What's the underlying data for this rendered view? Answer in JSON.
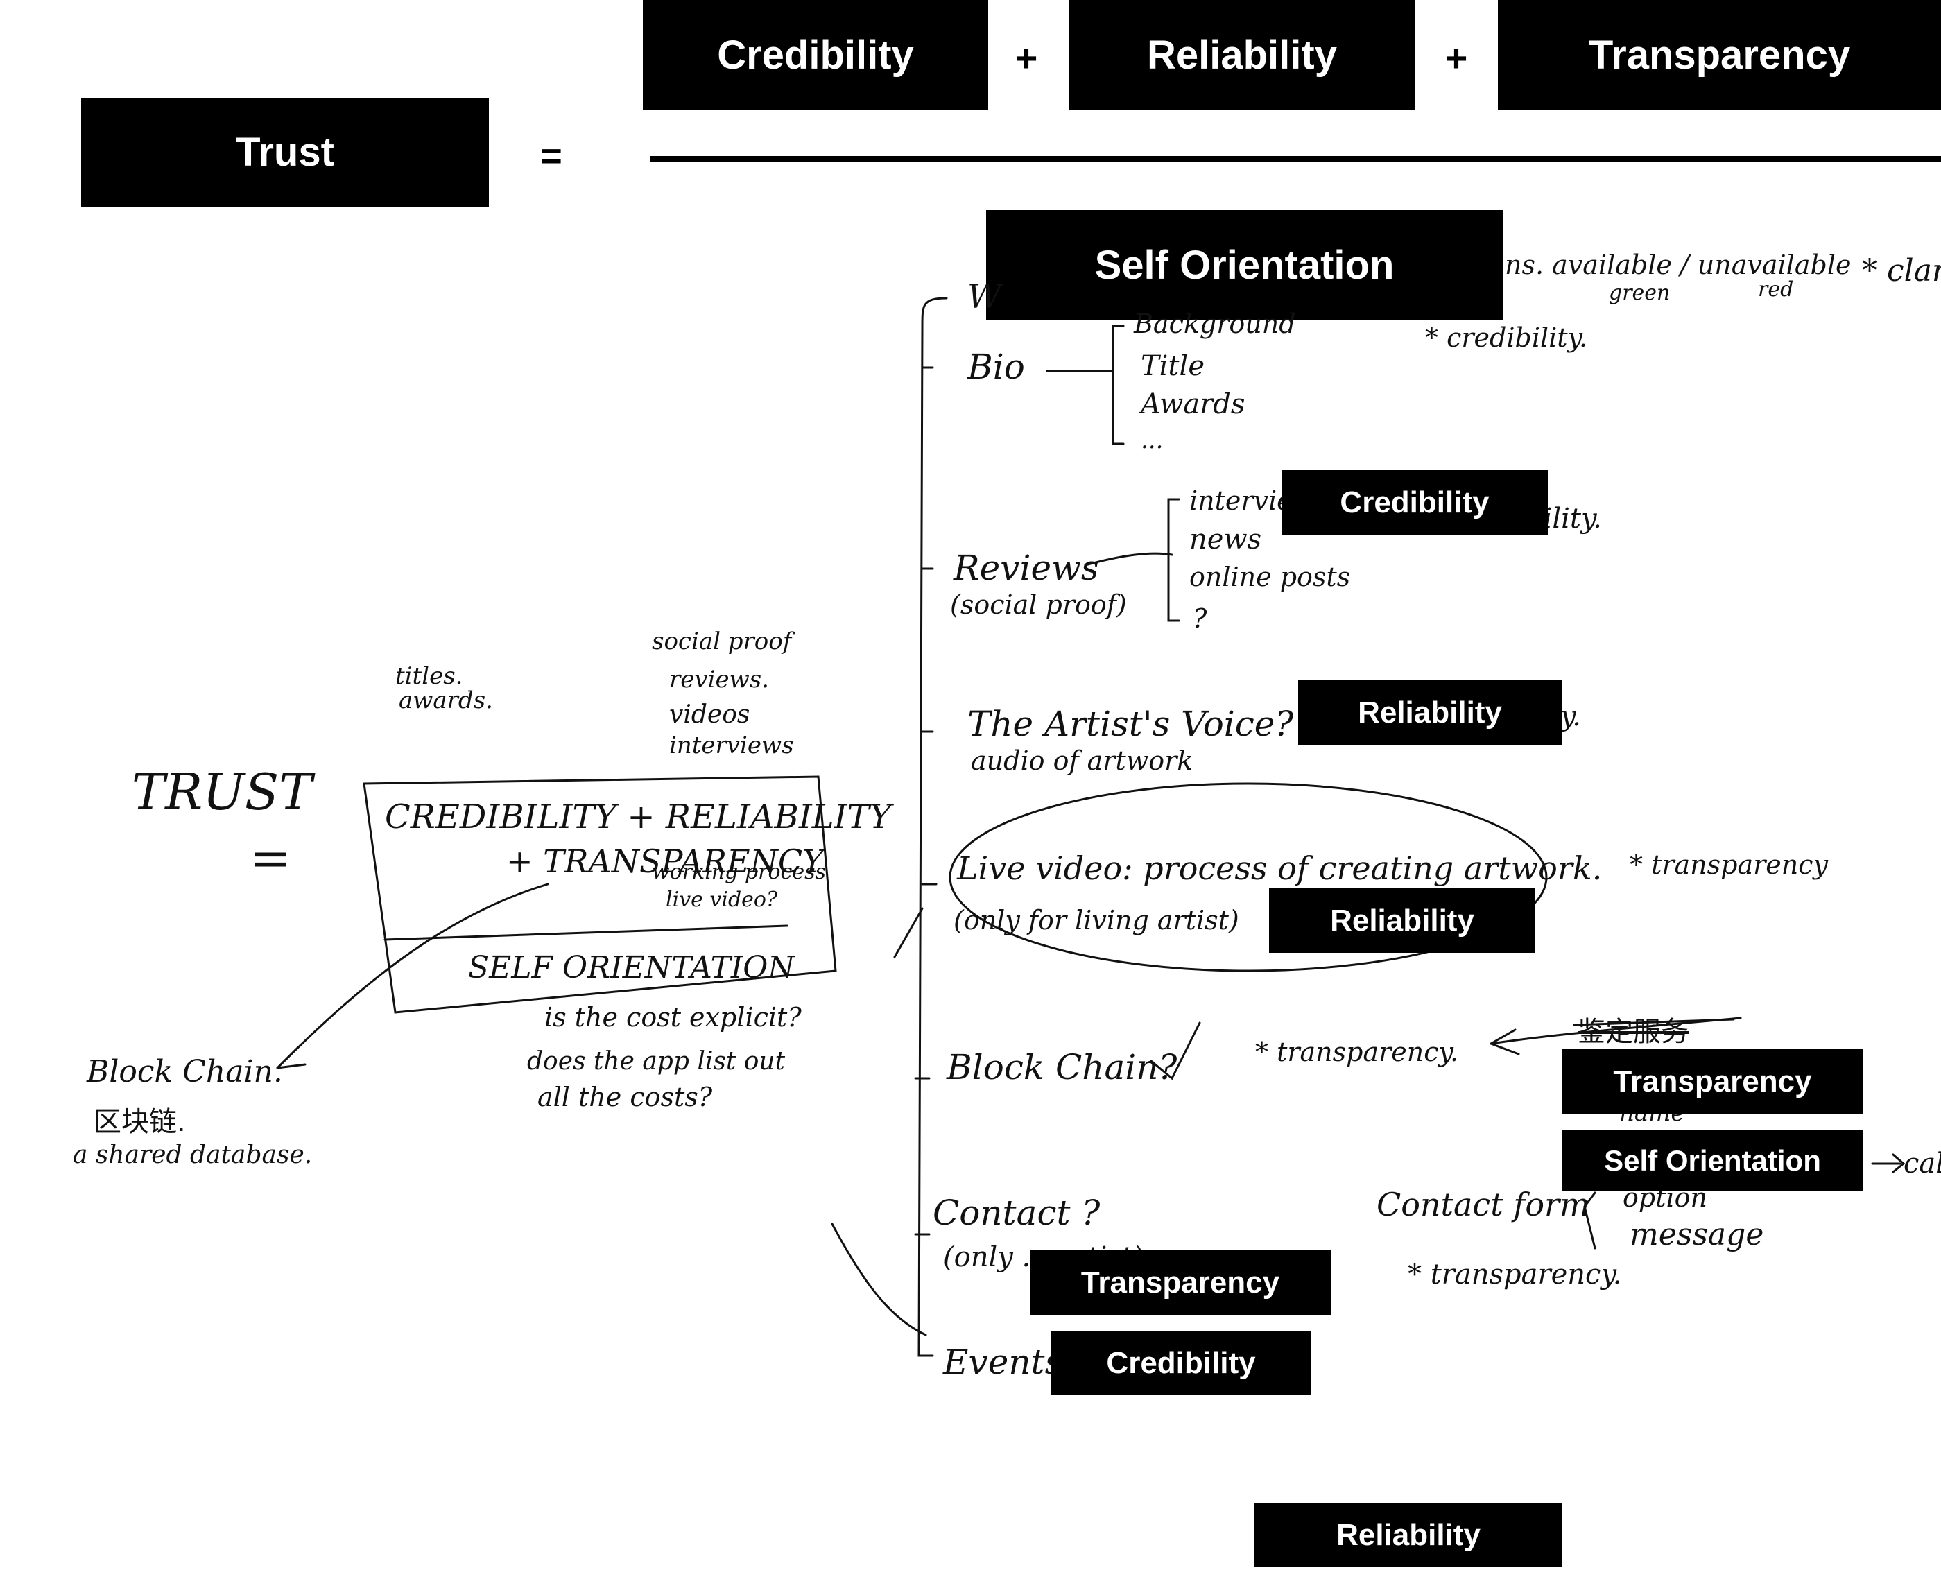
{
  "formula": {
    "lhs": "Trust",
    "equals": "=",
    "numerator": [
      "Credibility",
      "Reliability",
      "Transparency"
    ],
    "plus": "+",
    "denominator": "Self Orientation"
  },
  "overlay_labels": {
    "credibility_1": "Credibility",
    "reliability_1": "Reliability",
    "reliability_2": "Reliability",
    "transparency_1": "Transparency",
    "self_orientation_1": "Self Orientation",
    "transparency_2": "Transparency",
    "credibility_2": "Credibility",
    "reliability_3": "Reliability"
  },
  "sketch_left": {
    "titles": "titles.",
    "awards": "awards.",
    "social_proof": "social proof",
    "reviews": "reviews.",
    "videos": "videos",
    "interviews": "interviews",
    "trust": "TRUST",
    "eq": "=",
    "box_line1": "CREDIBILITY + RELIABILITY",
    "box_line2": "+ TRANSPARENCY",
    "working_process": "working process",
    "live_video": "live video?",
    "box_denominator": "SELF ORIENTATION",
    "q1": "is the cost explicit?",
    "q2a": "does the app list out",
    "q2b": "all the costs?",
    "blockchain": "Block Chain.",
    "blockchain_cn": "区块链.",
    "shared_db": "a shared database."
  },
  "notes": {
    "w_stub": "W",
    "availability": "ns. available / unavailable",
    "green": "green",
    "red": "red",
    "clar": "* clar",
    "bio": "Bio",
    "background": "Background",
    "title": "Title",
    "awards": "Awards",
    "ellipsis": "...",
    "star_cred": "* credibility.",
    "interview": "interview",
    "news": "news",
    "online_posts": "online posts",
    "q_mark": "?",
    "reviews": "Reviews",
    "social_proof": "(social proof)",
    "star_reli": "* reliability.",
    "artist_voice": "The Artist's Voice?",
    "audio": "audio of artwork",
    "y_tail": "y.",
    "live_video": "Live video: process of creating artwork.",
    "living_artist": "(only for living artist)",
    "star_trans_1": "* transparency",
    "block_chain": "Block Chain?",
    "star_trans_2": "* transparency.",
    "cn_strike": "鉴定服务",
    "name": "name",
    "cale": "cale",
    "contact": "Contact ?",
    "only_artist": "(only ... artist)",
    "contact_form": "Contact form",
    "option": "option",
    "message": "message",
    "star_trans_3": "* transparency.",
    "events": "Events"
  }
}
